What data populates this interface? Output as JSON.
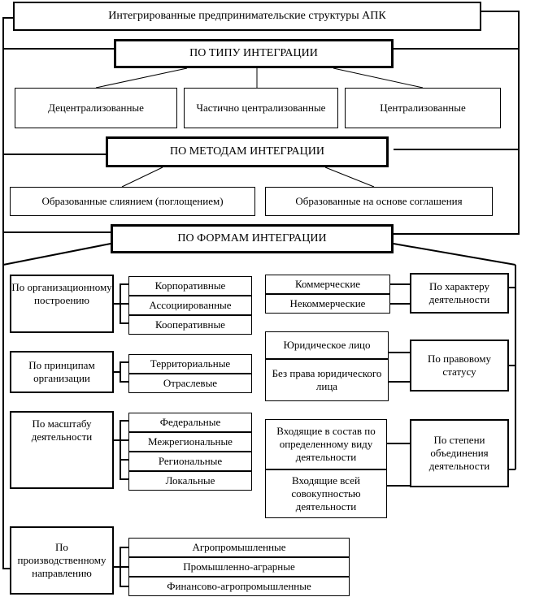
{
  "title": "Интегрированные предпринимательские структуры АПК",
  "by_type": {
    "heading": "ПО ТИПУ ИНТЕГРАЦИИ",
    "items": [
      "Децентрализованные",
      "Частично централизованные",
      "Централизованные"
    ]
  },
  "by_methods": {
    "heading": "ПО МЕТОДАМ ИНТЕГРАЦИИ",
    "items": [
      "Образованные слиянием (поглощением)",
      "Образованные на основе соглашения"
    ]
  },
  "by_forms": {
    "heading": "ПО ФОРМАМ ИНТЕГРАЦИИ",
    "left": [
      {
        "label": "По организационному построению",
        "items": [
          "Корпоративные",
          "Ассоциированные",
          "Кооперативные"
        ]
      },
      {
        "label": "По принципам организации",
        "items": [
          "Территориальные",
          "Отраслевые"
        ]
      },
      {
        "label": "По масштабу деятельности",
        "items": [
          "Федеральные",
          "Межрегиональные",
          "Региональные",
          "Локальные"
        ]
      },
      {
        "label": "По производственному направлению",
        "items": [
          "Агропромышленные",
          "Промышленно-аграрные",
          "Финансово-агропромышленные"
        ]
      }
    ],
    "right": [
      {
        "label": "По характеру деятельности",
        "items": [
          "Коммерческие",
          "Некоммерческие"
        ]
      },
      {
        "label": "По правовому статусу",
        "items": [
          "Юридическое лицо",
          "Без права юридического лица"
        ]
      },
      {
        "label": "По степени объединения деятельности",
        "items": [
          "Входящие в состав по определенному виду деятельности",
          "Входящие всей совокупностью деятельности"
        ]
      }
    ]
  }
}
